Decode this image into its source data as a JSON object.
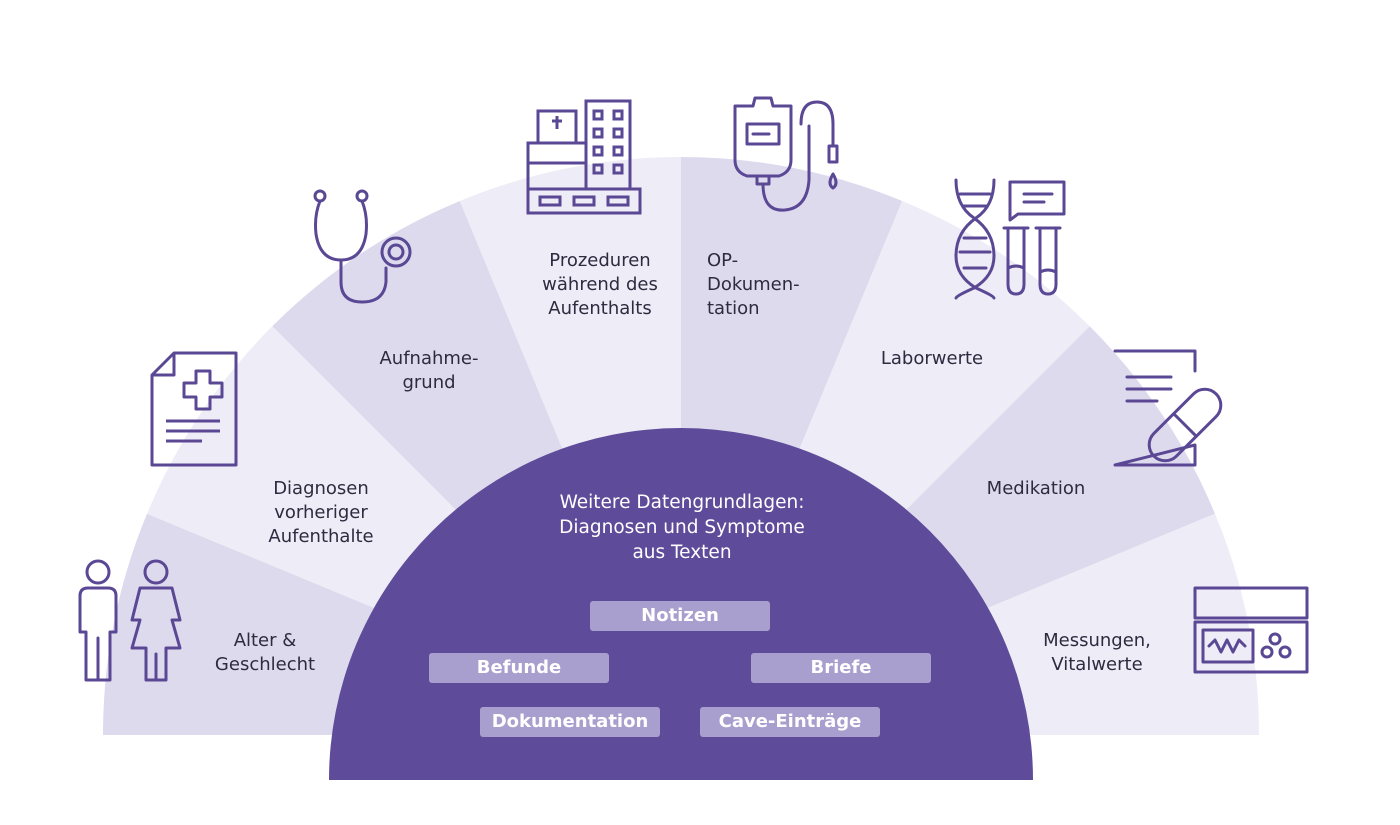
{
  "colors": {
    "segment_light": "#eeecf6",
    "segment_dark": "#dedaee",
    "center": "#5e4b99",
    "chip": "#a99fce",
    "icon_stroke": "#5a4894",
    "text": "#2e2a40"
  },
  "segments": [
    {
      "label": "Alter &\nGeschlecht",
      "icon": "people-icon"
    },
    {
      "label": "Diagnosen\nvorheriger\nAufenthalte",
      "icon": "medical-document-icon"
    },
    {
      "label": "Aufnahme-\ngrund",
      "icon": "stethoscope-icon"
    },
    {
      "label": "Prozeduren\nwährend des\nAufenthalts",
      "icon": "hospital-building-icon"
    },
    {
      "label": "OP-\nDokumen-\ntation",
      "icon": "iv-drip-icon"
    },
    {
      "label": "Laborwerte",
      "icon": "dna-test-tubes-icon"
    },
    {
      "label": "Medikation",
      "icon": "prescription-pill-icon"
    },
    {
      "label": "Messungen,\nVitalwerte",
      "icon": "vital-monitor-icon"
    }
  ],
  "center": {
    "title": "Weitere Datengrundlagen:\nDiagnosen und Symptome\naus Texten",
    "chips": [
      "Notizen",
      "Befunde",
      "Briefe",
      "Dokumentation",
      "Cave-Einträge"
    ]
  }
}
